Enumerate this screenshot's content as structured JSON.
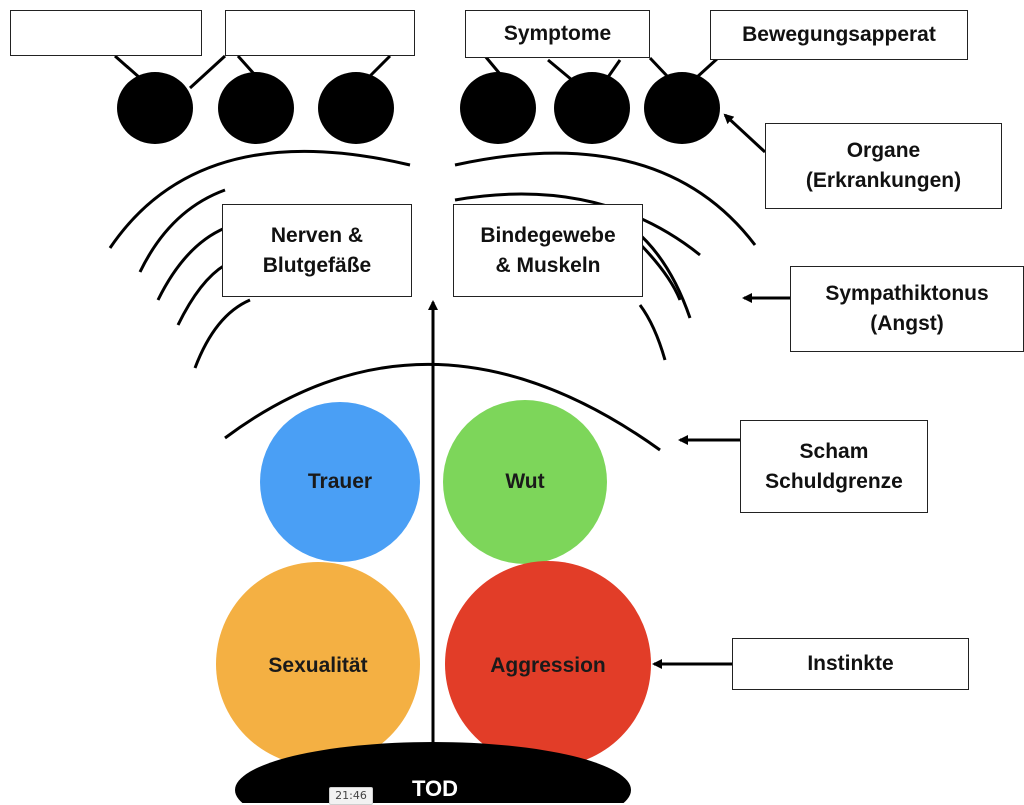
{
  "diagram": {
    "top_left_boxes": [
      "",
      ""
    ],
    "symptome": "Symptome",
    "bewegungsapparat": "Bewegungsapperat",
    "organe": {
      "line1": "Organe",
      "line2": "(Erkrankungen)"
    },
    "nerven": {
      "line1": "Nerven &",
      "line2": "Blutgefäße"
    },
    "bindegewebe": {
      "line1": "Bindegewebe",
      "line2": "& Muskeln"
    },
    "sympathiktonus": {
      "line1": "Sympathiktonus",
      "line2": "(Angst)"
    },
    "scham": {
      "line1": "Scham",
      "line2": "Schuldgrenze"
    },
    "instinkte": "Instinkte",
    "circles": {
      "trauer": {
        "label": "Trauer",
        "color": "#4a9ff5"
      },
      "wut": {
        "label": "Wut",
        "color": "#7dd65a"
      },
      "sexualitaet": {
        "label": "Sexualität",
        "color": "#f4b043"
      },
      "aggression": {
        "label": "Aggression",
        "color": "#e23d28"
      }
    },
    "tod": "TOD"
  },
  "video": {
    "timestamp": "21:46"
  }
}
